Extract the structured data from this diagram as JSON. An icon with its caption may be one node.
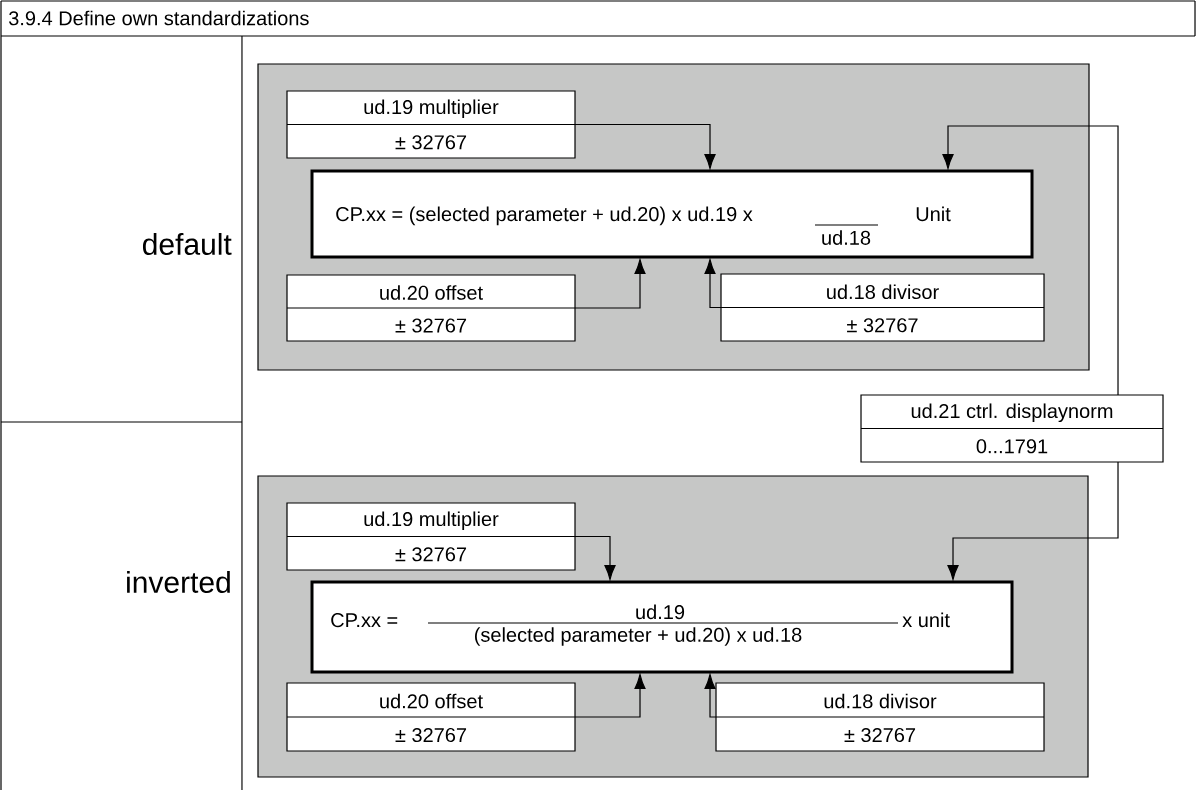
{
  "diagram": {
    "title": "3.9.4 Define own standardizations",
    "nodes": [
      {
        "text": [],
        "shape": "box"
      },
      {
        "text": [
          "ud.19 multiplier",
          "± 32767"
        ],
        "in": 0
      },
      {
        "text": [
          "CP.xx = (selected parameter + ud.20) x ud.19 x",
          "ud.18",
          "Unit"
        ],
        "in": 0
      },
      {
        "text": [
          "ud.20 offset",
          "± 32767"
        ],
        "in": 0
      },
      {
        "text": [
          "ud.18 divisor",
          "± 32767"
        ],
        "in": 0
      },
      {
        "text": [
          "ud.21 ctrl. displaynorm",
          "0...1791"
        ]
      },
      {
        "text": [],
        "shape": "box"
      },
      {
        "text": [
          "ud.19 multiplier",
          "± 32767"
        ],
        "in": 6
      },
      {
        "text": [
          "CP.xx =",
          "ud.19",
          "(selected parameter + ud.20) x ud.18",
          "x unit"
        ],
        "in": 6
      },
      {
        "text": [
          "ud.20 offset",
          "± 32767"
        ],
        "in": 6
      },
      {
        "text": [
          "ud.18 divisor",
          "± 32767"
        ],
        "in": 6
      }
    ],
    "edges": [
      {
        "from": 1,
        "to": 2,
        "arrow": "to"
      },
      {
        "from": 3,
        "to": 2,
        "arrow": "to"
      },
      {
        "from": 4,
        "to": 2,
        "arrow": "to"
      },
      {
        "from": 5,
        "to": 2,
        "arrow": "to"
      },
      {
        "from": 7,
        "to": 8,
        "arrow": "to"
      },
      {
        "from": 9,
        "to": 8,
        "arrow": "to"
      },
      {
        "from": 10,
        "to": 8,
        "arrow": "to"
      },
      {
        "from": 5,
        "to": 8,
        "arrow": "to"
      }
    ],
    "labels": [
      "default",
      "inverted"
    ]
  }
}
